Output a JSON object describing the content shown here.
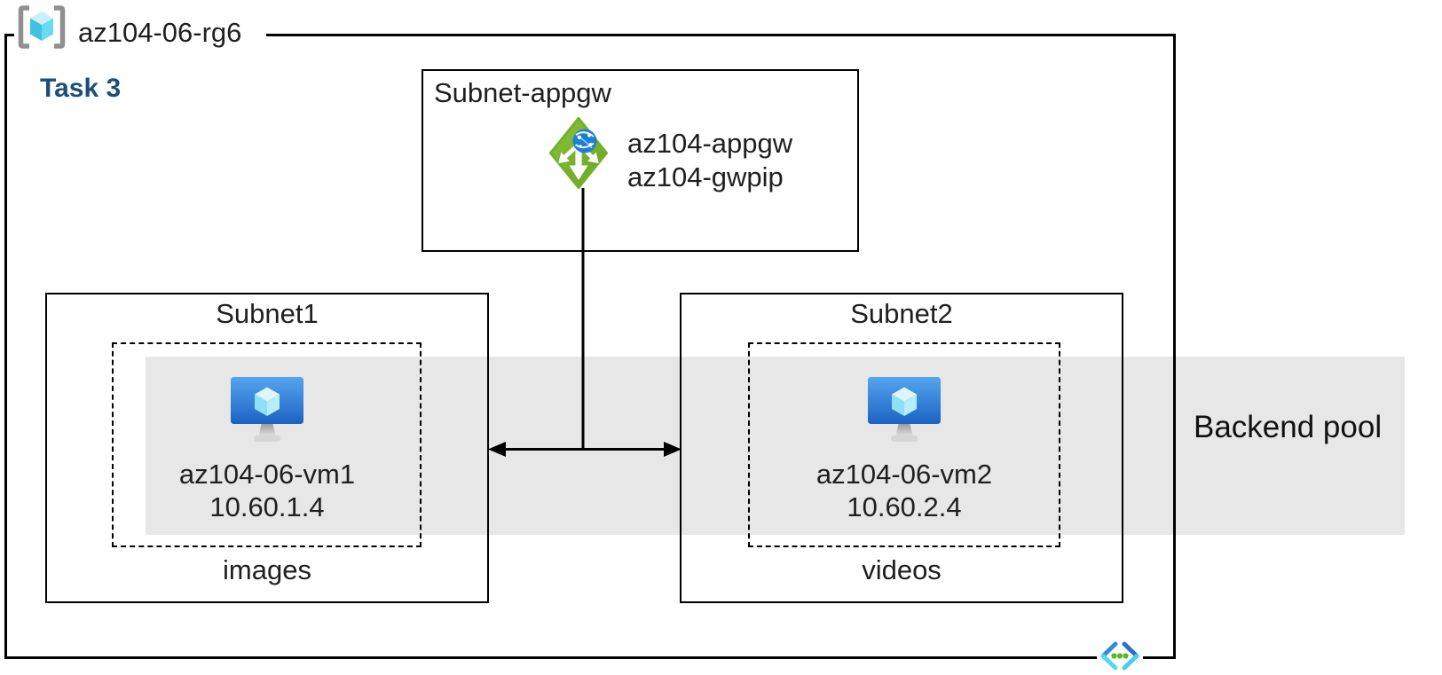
{
  "resource_group": {
    "name": "az104-06-rg6",
    "task_label": "Task 3"
  },
  "appgw_subnet": {
    "title": "Subnet-appgw",
    "gateway_name": "az104-appgw",
    "public_ip_name": "az104-gwpip"
  },
  "subnet1": {
    "title": "Subnet1",
    "vm_name": "az104-06-vm1",
    "vm_ip": "10.60.1.4",
    "caption": "images"
  },
  "subnet2": {
    "title": "Subnet2",
    "vm_name": "az104-06-vm2",
    "vm_ip": "10.60.2.4",
    "caption": "videos"
  },
  "backend_pool": {
    "label": "Backend pool"
  },
  "icons": {
    "resource_group": "resource-group-icon",
    "application_gateway": "application-gateway-icon",
    "virtual_machine": "virtual-machine-icon",
    "virtual_network": "virtual-network-icon"
  },
  "colors": {
    "task_label": "#1c4e79",
    "backend_band": "#e7e7e7",
    "diagram_border": "#000000",
    "appgw_green": "#76b331",
    "vm_screen_blue": "#2e7fd9",
    "cube_cyan": "#50e6ff",
    "vnet_blue": "#2b86dc",
    "vnet_cyan": "#54d4f2",
    "vnet_dot_green": "#5fb41f",
    "bracket_gray": "#909090"
  }
}
